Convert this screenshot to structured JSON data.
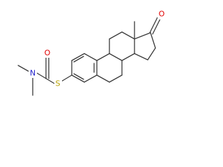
{
  "molecule": {
    "atoms": {
      "sulfur": {
        "symbol": "S",
        "color": "#b8a200"
      },
      "thio_carbonyl_oxygen": {
        "symbol": "O",
        "color": "#e00000"
      },
      "amide_nitrogen": {
        "symbol": "N",
        "color": "#2222cc"
      },
      "ketone_oxygen": {
        "symbol": "O",
        "color": "#e00000"
      }
    },
    "bond_color": "#3a3a3a"
  }
}
